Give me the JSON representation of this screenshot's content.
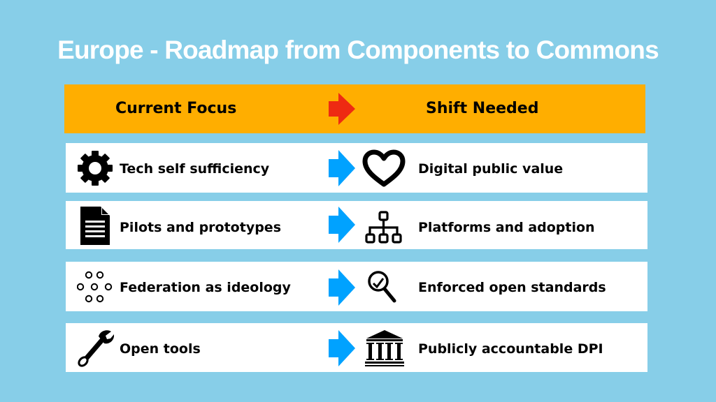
{
  "title": "Europe - Roadmap from Components to Commons",
  "colors": {
    "background": "#87CEE8",
    "header": "#FFAE00",
    "header_arrow": "#EE2A12",
    "row_arrow": "#00A2FF",
    "row": "#FFFFFF"
  },
  "header": {
    "left_label": "Current Focus",
    "right_label": "Shift Needed",
    "arrow_icon": "red-arrow-right-icon"
  },
  "rows": [
    {
      "current": "Tech self sufficiency",
      "current_icon": "gear-icon",
      "shift": "Digital public value",
      "shift_icon": "heart-icon"
    },
    {
      "current": "Pilots and prototypes",
      "current_icon": "document-icon",
      "shift": "Platforms and adoption",
      "shift_icon": "hierarchy-icon"
    },
    {
      "current": "Federation as ideology",
      "current_icon": "dots-network-icon",
      "shift": "Enforced open standards",
      "shift_icon": "magnifier-check-icon"
    },
    {
      "current": "Open tools",
      "current_icon": "wrench-icon",
      "shift": "Publicly accountable DPI",
      "shift_icon": "institution-icon"
    }
  ]
}
